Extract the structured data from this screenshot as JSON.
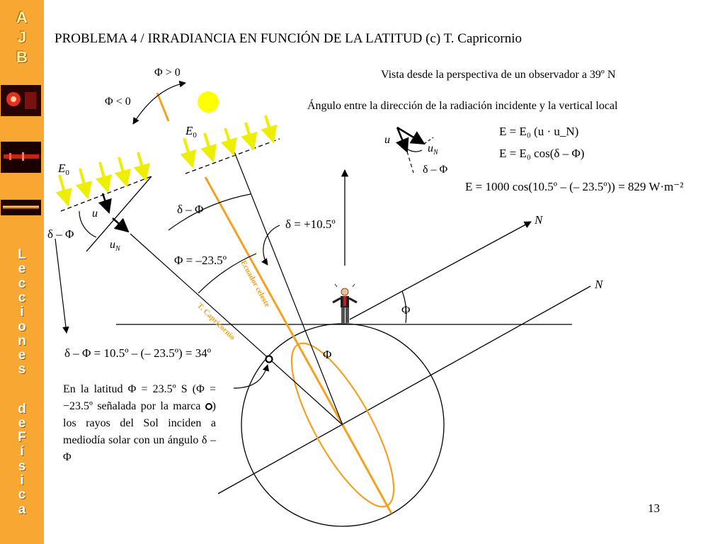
{
  "sidebar": {
    "logo_letters": [
      "A",
      "J",
      "B"
    ],
    "vertical_words": [
      {
        "letters": [
          "L",
          "e",
          "c",
          "c",
          "i",
          "o",
          "n",
          "e",
          "s"
        ]
      },
      {
        "letters": [
          "d",
          "e"
        ]
      },
      {
        "letters": [
          "F",
          "í",
          "s",
          "i",
          "c",
          "a"
        ]
      }
    ]
  },
  "title": "PROBLEMA 4 / IRRADIANCIA EN FUNCIÓN DE LA LATITUD  (c) T. Capricornio",
  "notes": {
    "view": "Vista desde la perspectiva de un observador a 39º N",
    "angle": "Ángulo entre la dirección de la radiación incidente y la vertical local"
  },
  "formulas": {
    "f1": "E = E₀ (u · u_N)",
    "f2": "E = E₀ cos(δ – Φ)",
    "f3": "E = 1000 cos(10.5º – (– 23.5º)) = 829 W·m⁻²",
    "f4": "δ – Φ = 10.5º – (– 23.5º) = 34º"
  },
  "labels": {
    "phi_pos": "Φ > 0",
    "phi_neg": "Φ < 0",
    "e0": "E",
    "e0_sub": "0",
    "delta_minus_phi": "δ – Φ",
    "delta_value": "δ = +10.5º",
    "phi_value": "Φ = –23.5º",
    "phi": "Φ",
    "north": "N",
    "u": "u",
    "u_n": "u",
    "u_n_sub": "N",
    "ecuador_celeste": "Ecuador celeste",
    "tropic": "T. Capricornio"
  },
  "explanation": {
    "text_a": "En la latitud Φ = 23.5º S (Φ = −23.5º señalada por la marca ",
    "text_b": ") los rayos del Sol inciden a mediodía solar con un ángulo ",
    "formula": "δ – Φ"
  },
  "page_number": "13",
  "colors": {
    "sidebar": "#f7a732",
    "orange": "#f5a020",
    "ray_yellow": "#eeee00",
    "sun": "#ffff00"
  }
}
